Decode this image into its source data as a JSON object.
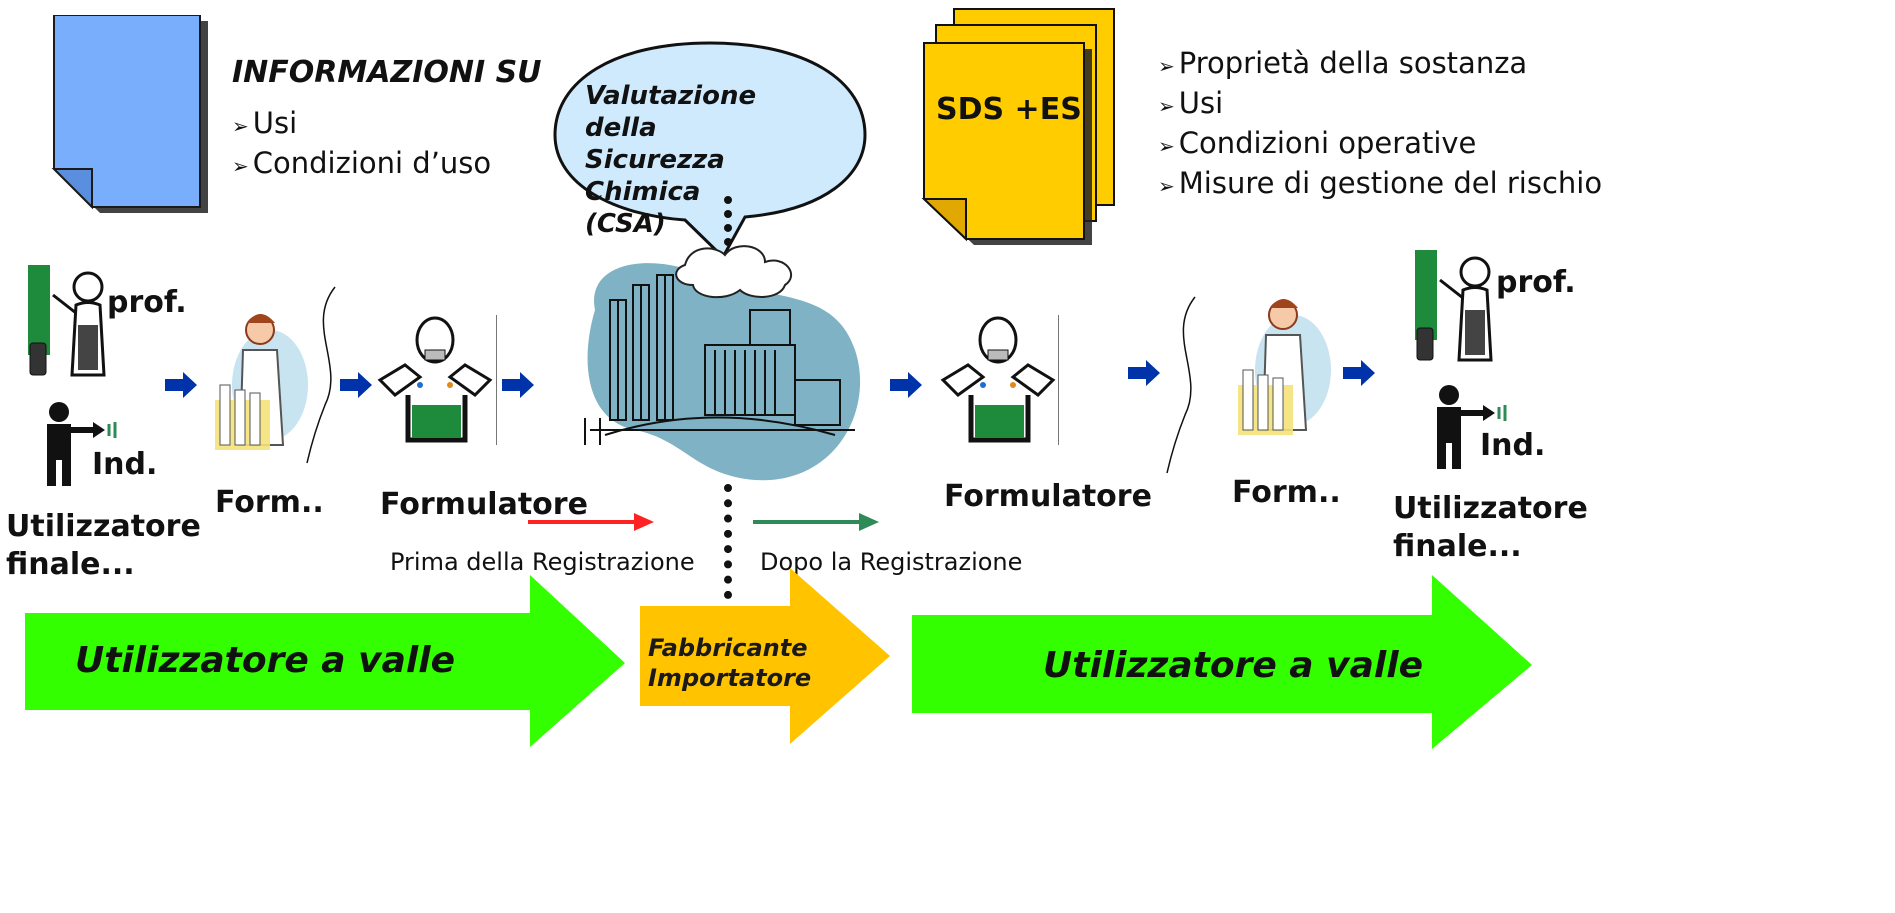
{
  "top_left": {
    "heading": "INFORMAZIONI SU",
    "bullets": [
      "Usi",
      "Condizioni d’uso"
    ]
  },
  "bubble": {
    "line1": "Valutazione della",
    "line2": "Sicurezza Chimica",
    "line3": "(CSA)"
  },
  "sds": {
    "label": "SDS +ES"
  },
  "top_right": {
    "bullets": [
      "Proprietà della sostanza",
      "Usi",
      "Condizioni operative",
      "Misure di gestione del rischio"
    ]
  },
  "left_chain": {
    "prof": "prof.",
    "ind": "Ind.",
    "end_user_line1": "Utilizzatore",
    "end_user_line2": "finale...",
    "form_short": "Form..",
    "formulator": "Formulatore"
  },
  "right_chain": {
    "formulator": "Formulatore",
    "form_short": "Form..",
    "prof": "prof.",
    "ind": "Ind.",
    "end_user_line1": "Utilizzatore",
    "end_user_line2": "finale..."
  },
  "registration": {
    "before": "Prima della Registrazione",
    "after": "Dopo la Registrazione"
  },
  "bottom": {
    "left_arrow": "Utilizzatore a valle",
    "center_line1": "Fabbricante",
    "center_line2": "Importatore",
    "right_arrow": "Utilizzatore a valle"
  },
  "colors": {
    "blue_doc": "#78aefc",
    "sds_yellow": "#ffcc00",
    "bubble_fill": "#cfeafc",
    "green_arrow": "#33ff00",
    "orange_arrow": "#ffc300",
    "flow_arrow": "#0033aa",
    "factory_blob": "#7fb2c4",
    "tank_green": "#1e8a3c",
    "red_line": "#ff2222",
    "green_line": "#2e8b57"
  }
}
